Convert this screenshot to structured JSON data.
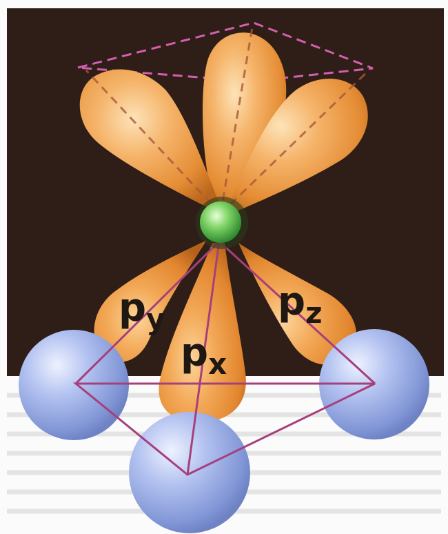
{
  "figure": {
    "labels": {
      "py": {
        "main": "p",
        "sub": "y"
      },
      "px": {
        "main": "p",
        "sub": "x"
      },
      "pz": {
        "main": "p",
        "sub": "z"
      }
    },
    "colors": {
      "background": "#2e1e17",
      "page": "#fbfbfb",
      "lobe": "#f0a24f",
      "lobe_highlight": "#fde3b8",
      "lobe_shadow": "#c2701f",
      "central_atom": "#56b84d",
      "ligand_atom": "#9fb2e8",
      "dashed_edge": "#d35fae",
      "solid_edge": "#a5407c"
    }
  }
}
